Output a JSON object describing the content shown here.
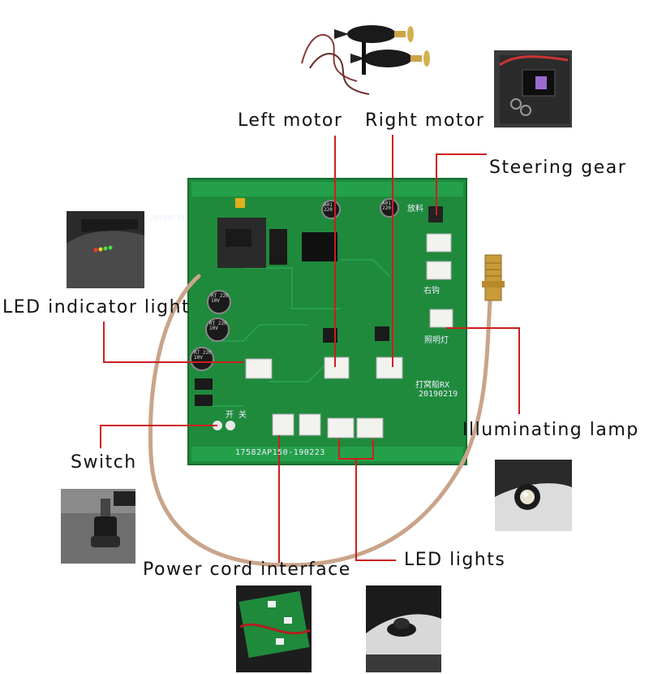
{
  "labels": {
    "left_motor": "Left motor",
    "right_motor": "Right motor",
    "steering_gear": "Steering gear",
    "led_indicator_light": "LED indicator light",
    "illuminating_lamp": "Illuminating lamp",
    "switch": "Switch",
    "power_cord_interface": "Power cord interface",
    "led_lights": "LED lights"
  },
  "board_text": {
    "serial": "17582AP150-190223",
    "rx": "打窝船RX",
    "date": "20190219",
    "side_code": "6120610Z",
    "put_bait": "放料",
    "right_hook": "右钩",
    "lighting": "照明灯",
    "switch_cn": "开 关",
    "cap1": "RT 220 10V",
    "cap2": "RT 220 10V",
    "cap3": "RT 220 10V",
    "cap_a": "A01 220",
    "cap_b": "A01 220"
  },
  "colors": {
    "pcb": "#1f8a3c",
    "pcb_edge": "#146b2c",
    "leader": "#cc1f1f",
    "antenna_cable": "#c9a48a",
    "connector": "#f2f2ee",
    "brass": "#c99a3a"
  }
}
